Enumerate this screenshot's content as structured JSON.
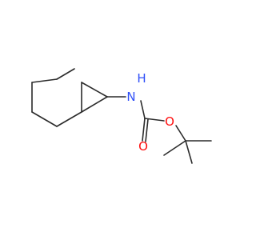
{
  "molecule": {
    "atom_labels": {
      "nitrogen": "N",
      "hydrogen": "H",
      "carbonyl_oxygen": "O",
      "ester_oxygen": "O"
    },
    "colors": {
      "bond": "#2b2b2b",
      "nitrogen": "#3050f8",
      "oxygen": "#ff0d0d"
    }
  }
}
